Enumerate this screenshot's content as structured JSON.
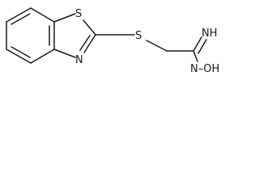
{
  "molecule": {
    "atoms": {
      "s_ring": "S",
      "n_ring": "N",
      "s_thio": "S",
      "imine": "NH",
      "hydroxylamine": "N–OH"
    }
  },
  "colors": {
    "bond": "#1a1a1a",
    "label": "#1a1a1a",
    "background": "#ffffff"
  }
}
